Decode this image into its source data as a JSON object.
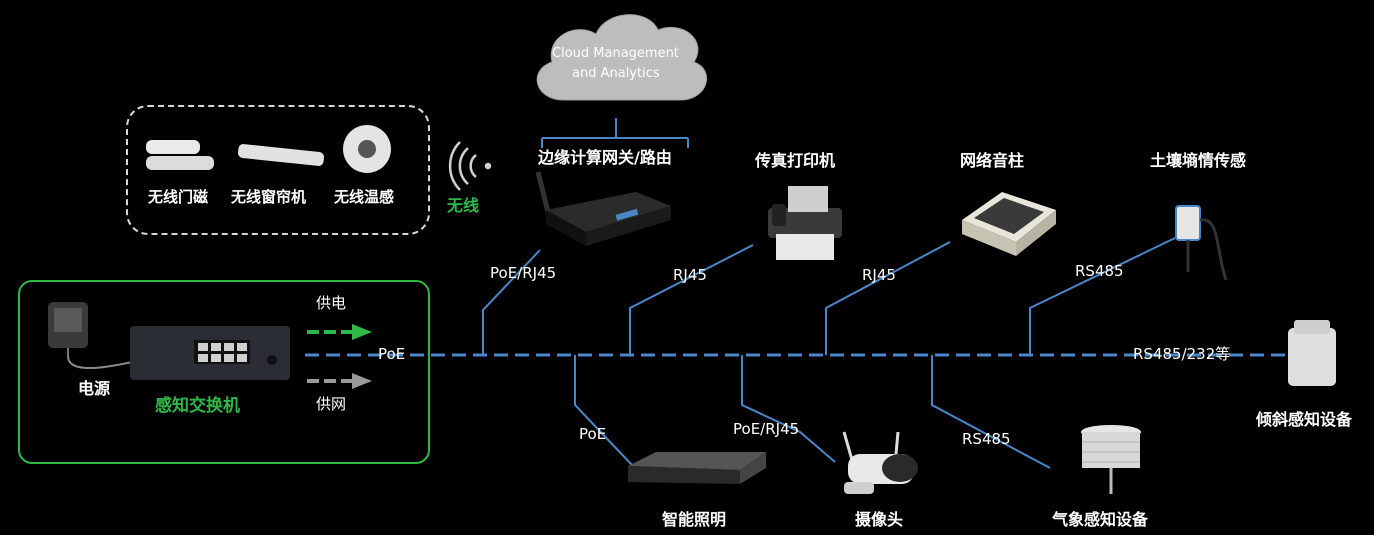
{
  "cloud": {
    "line1": "Cloud Management",
    "line2": "and Analytics"
  },
  "wireless_box": {
    "items": [
      "无线门磁",
      "无线窗帘机",
      "无线温感"
    ],
    "wireless_label": "无线"
  },
  "gateway": {
    "label": "边缘计算网关/路由",
    "link": "PoE/RJ45"
  },
  "top_devices": [
    {
      "label": "传真打印机",
      "link": "RJ45"
    },
    {
      "label": "网络音柱",
      "link": "RJ45"
    },
    {
      "label": "土壤墒情传感",
      "link": "RS485"
    }
  ],
  "right_device": {
    "label": "倾斜感知设备",
    "link": "RS485/232等"
  },
  "bottom_devices": [
    {
      "label": "智能照明",
      "link": "PoE"
    },
    {
      "label": "摄像头",
      "link": "PoE/RJ45"
    },
    {
      "label": "气象感知设备",
      "link": "RS485"
    }
  ],
  "switch_box": {
    "power_label": "电源",
    "switch_label": "感知交换机",
    "supply_power": "供电",
    "supply_network": "供网",
    "poe": "PoE"
  },
  "colors": {
    "green": "#2fb84a",
    "blue": "#4a86c8",
    "white": "#ffffff",
    "background": "#000000"
  }
}
